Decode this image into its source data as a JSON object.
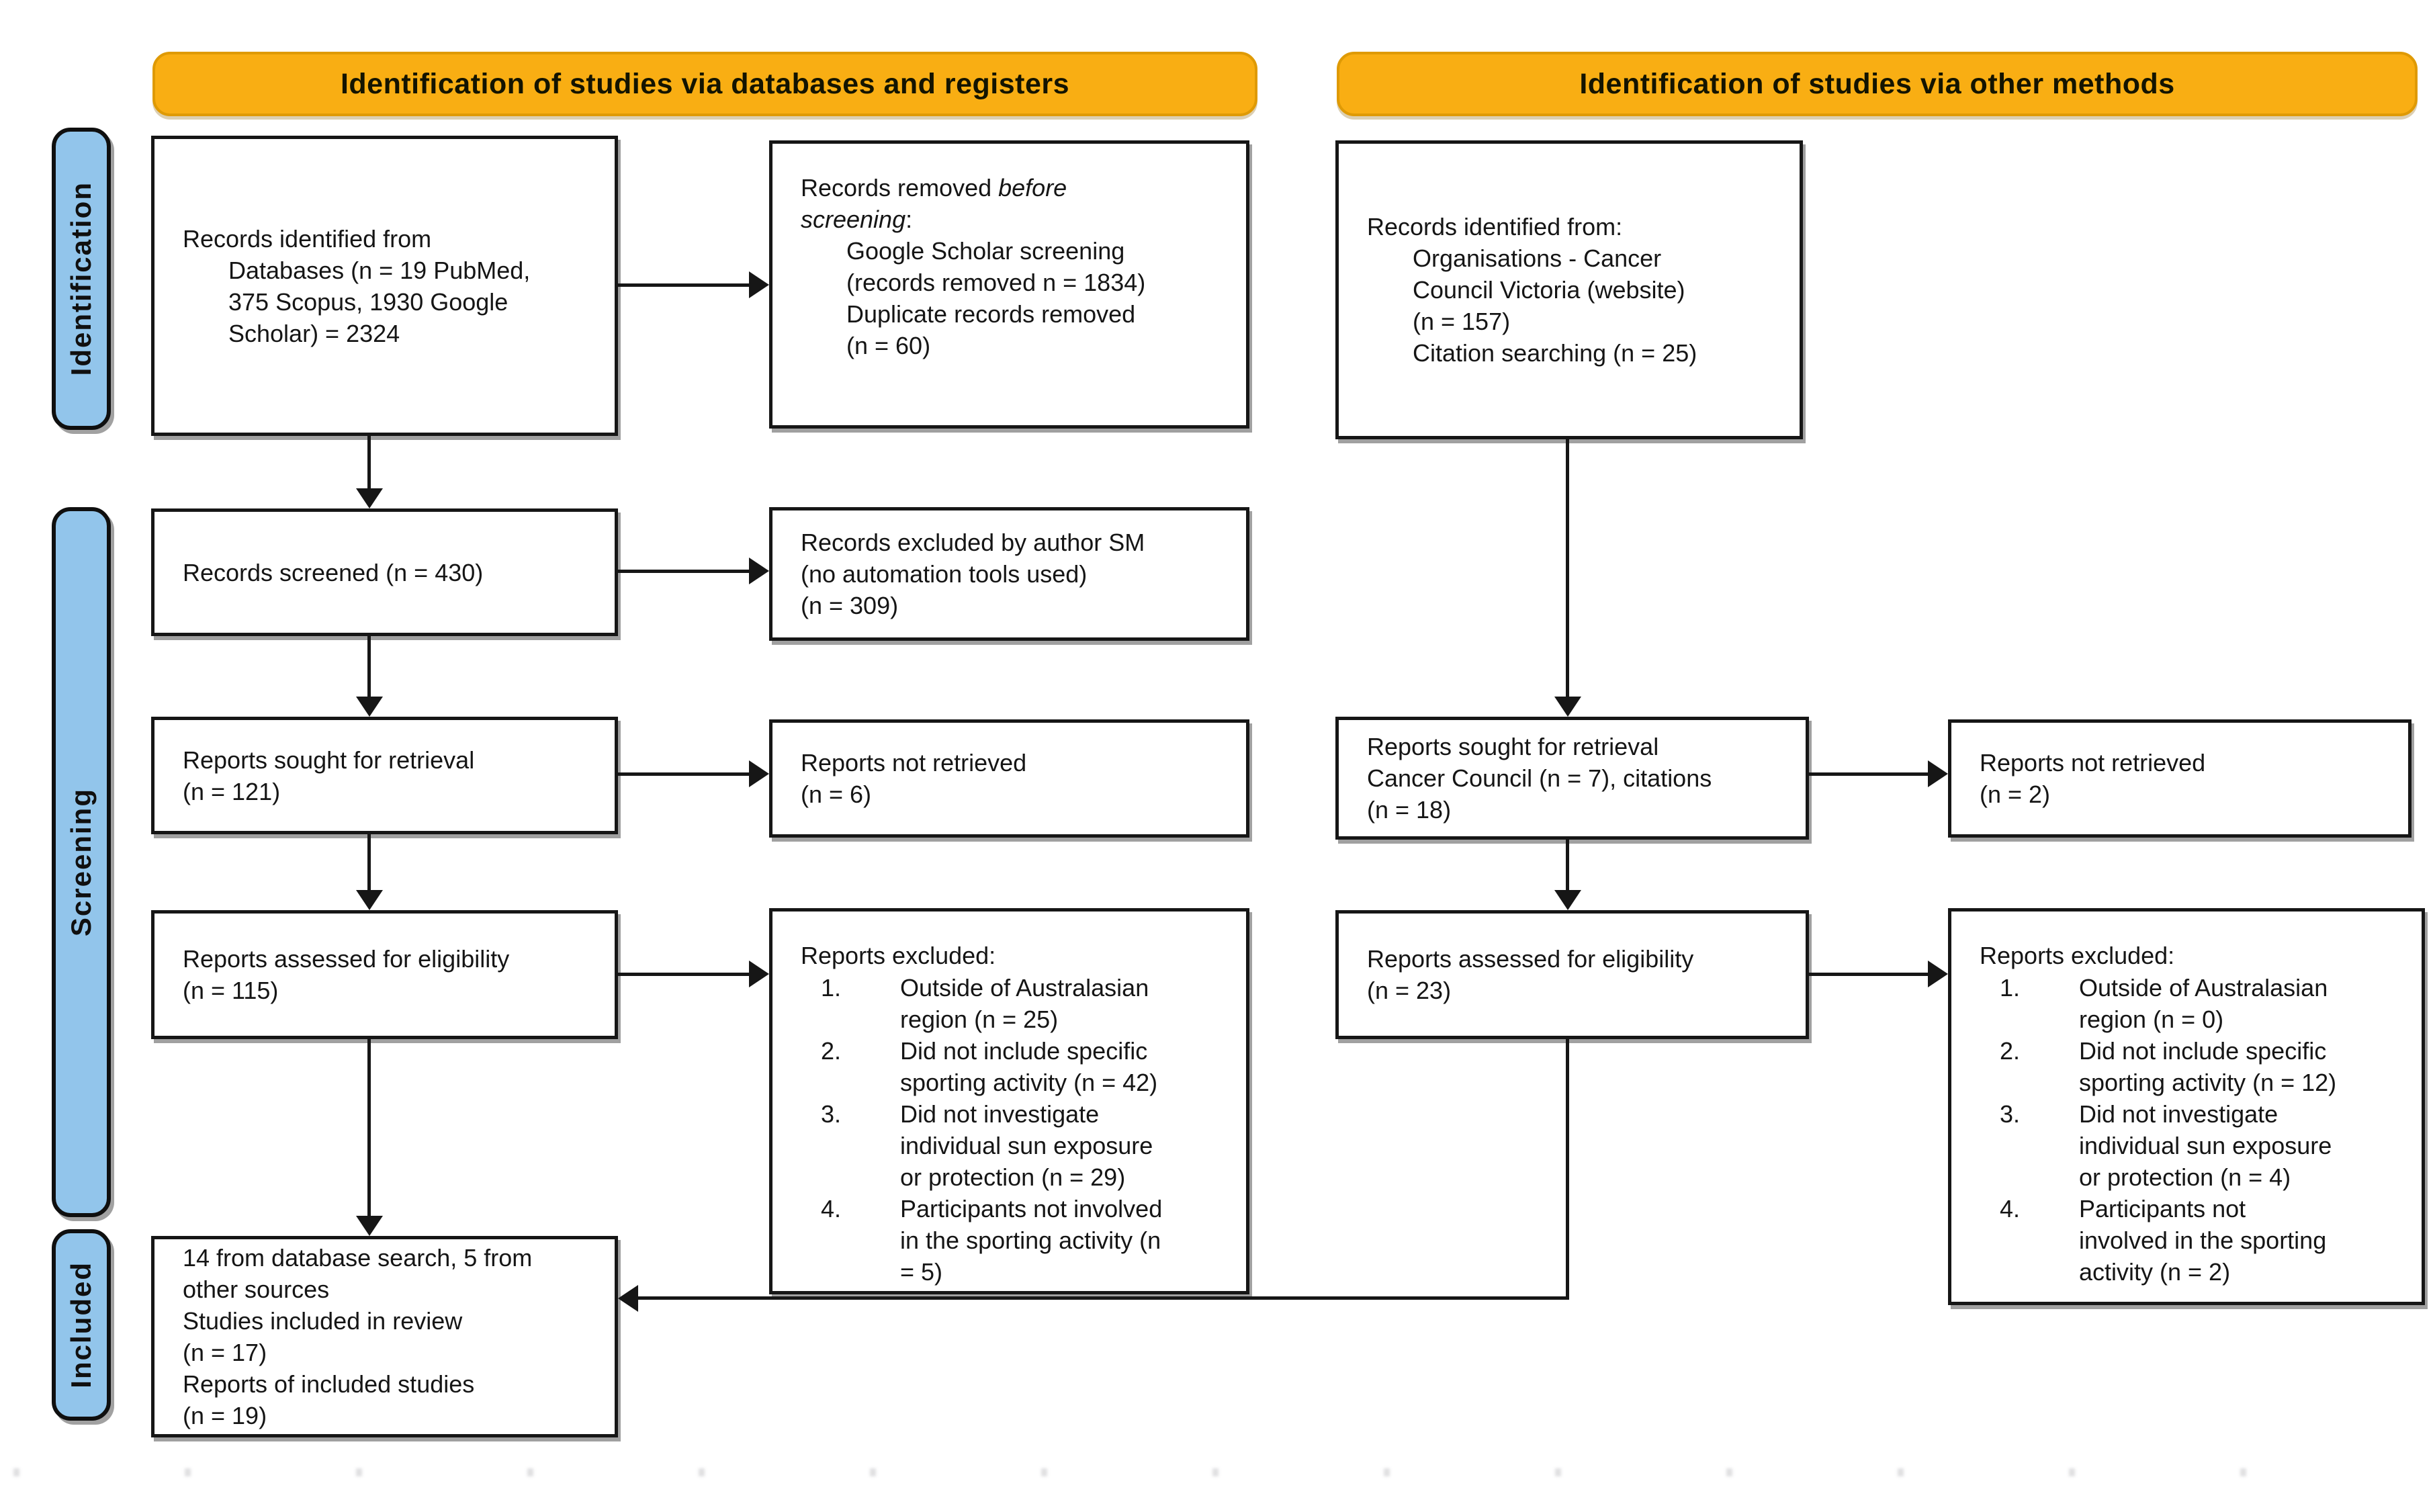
{
  "banners": {
    "left": "Identification of studies via databases and registers",
    "right": "Identification of studies via other methods"
  },
  "stages": {
    "identification": "Identification",
    "screening": "Screening",
    "included": "Included"
  },
  "colors": {
    "banner_fill": "#F9AE13",
    "banner_border": "#DF9A05",
    "stage_fill": "#92C5EB",
    "ink": "#161616"
  },
  "boxes": {
    "db_identified": {
      "l1": "Records identified from",
      "l2": "Databases (n = 19 PubMed,",
      "l3": "375 Scopus, 1930 Google",
      "l4": "Scholar) = 2324"
    },
    "removed_before": {
      "t1": "Records removed ",
      "i1": "before",
      "i2": "screening",
      "t2": ":",
      "l1": "Google Scholar screening",
      "l2": "(records removed n = 1834)",
      "l3": "Duplicate records removed",
      "l4": "(n = 60)"
    },
    "other_identified": {
      "l1": "Records identified from:",
      "l2": "Organisations - Cancer",
      "l3": "Council Victoria (website)",
      "l4": "(n = 157)",
      "l5": "Citation searching (n = 25)"
    },
    "screened": {
      "l1": "Records screened (n = 430)"
    },
    "excluded_author": {
      "l1": "Records excluded by author SM",
      "l2": "(no automation tools used)",
      "l3": "(n = 309)"
    },
    "sought_db": {
      "l1": "Reports sought for retrieval",
      "l2": "(n = 121)"
    },
    "not_retrieved_db": {
      "l1": "Reports not retrieved",
      "l2": "(n = 6)"
    },
    "sought_other": {
      "l1": "Reports sought for retrieval",
      "l2": "Cancer Council (n = 7), citations",
      "l3": "(n = 18)"
    },
    "not_retrieved_other": {
      "l1": "Reports not retrieved",
      "l2": "(n = 2)"
    },
    "assessed_db": {
      "l1": "Reports assessed for eligibility",
      "l2": "(n = 115)"
    },
    "assessed_other": {
      "l1": "Reports assessed for eligibility",
      "l2": "(n = 23)"
    },
    "excluded_db": {
      "title": "Reports excluded:",
      "items": [
        [
          "Outside of Australasian",
          "region (n = 25)"
        ],
        [
          "Did not include specific",
          "sporting activity (n = 42)"
        ],
        [
          "Did not investigate",
          "individual sun exposure",
          "or protection (n = 29)"
        ],
        [
          "Participants not involved",
          "in the sporting activity (n",
          "= 5)"
        ]
      ]
    },
    "excluded_other": {
      "title": "Reports excluded:",
      "items": [
        [
          "Outside of Australasian",
          "region (n = 0)"
        ],
        [
          "Did not include specific",
          "sporting activity (n = 12)"
        ],
        [
          "Did not investigate",
          "individual sun exposure",
          "or protection (n = 4)"
        ],
        [
          "Participants not",
          "involved in the sporting",
          "activity (n = 2)"
        ]
      ]
    },
    "included": {
      "l1": "14 from database search, 5 from",
      "l2": "other sources",
      "l3": "Studies included in review",
      "l4": "(n = 17)",
      "l5": "Reports of included studies",
      "l6": "(n = 19)"
    }
  }
}
